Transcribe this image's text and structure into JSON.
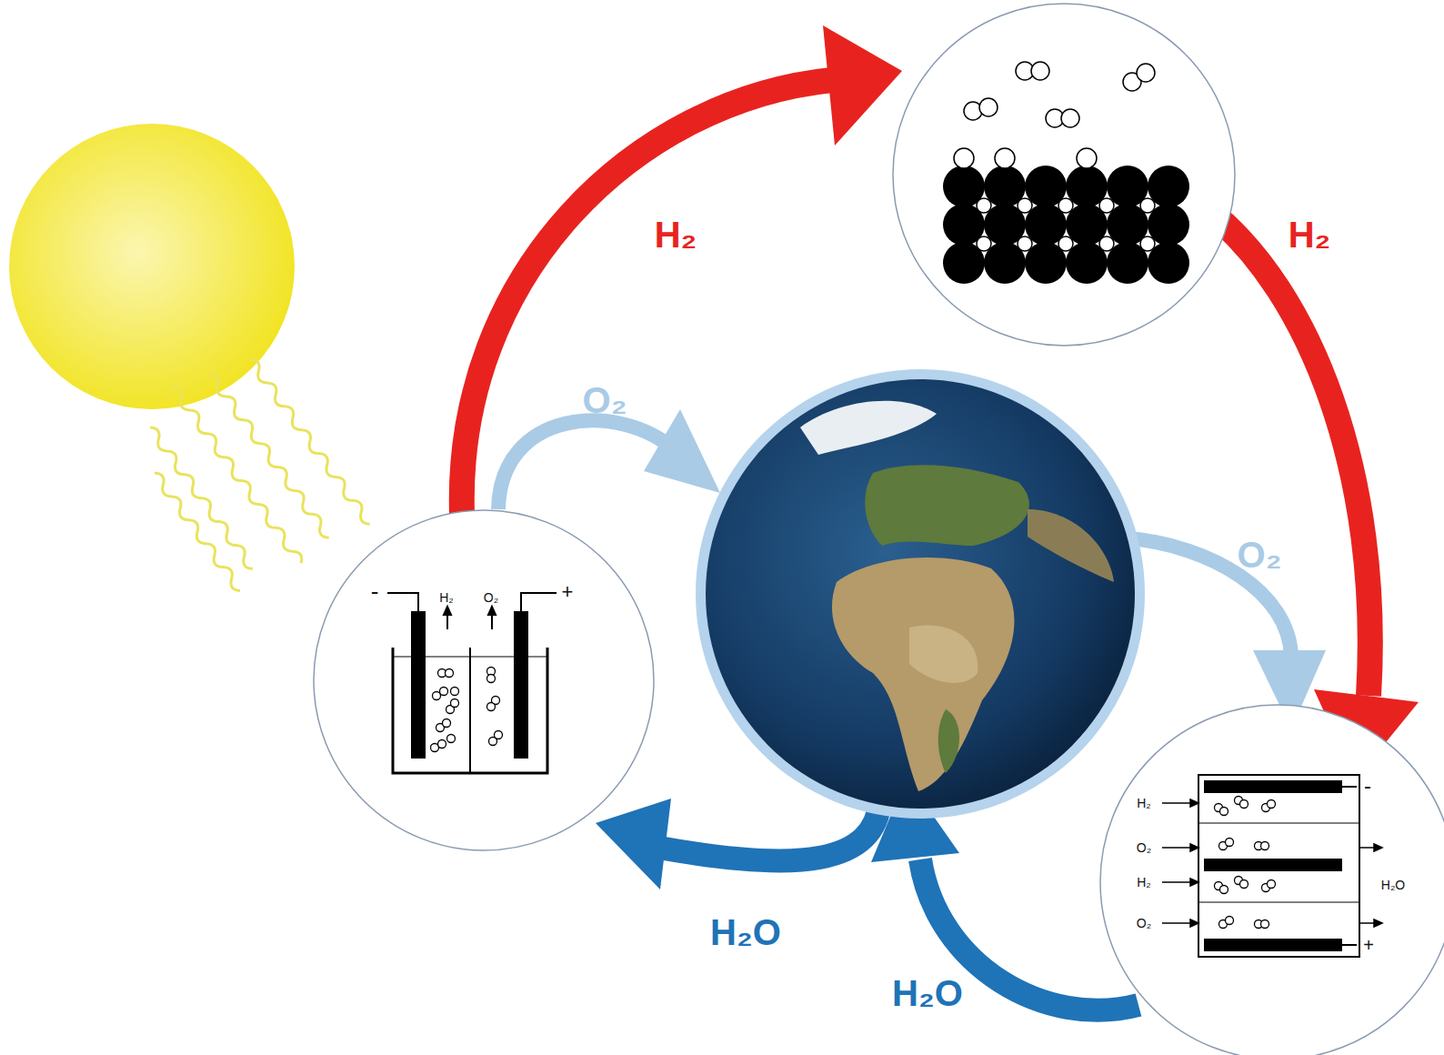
{
  "diagram": {
    "nodes": [
      {
        "text": [
          "-",
          "H₂",
          "O₂",
          "+"
        ]
      },
      {
        "text": [
          "H₂",
          "-",
          "O₂",
          "H₂",
          "H₂O",
          "O₂",
          "+"
        ]
      }
    ],
    "labels": [
      "H₂",
      "H₂",
      "O₂",
      "O₂",
      "H₂O",
      "H₂O"
    ]
  }
}
